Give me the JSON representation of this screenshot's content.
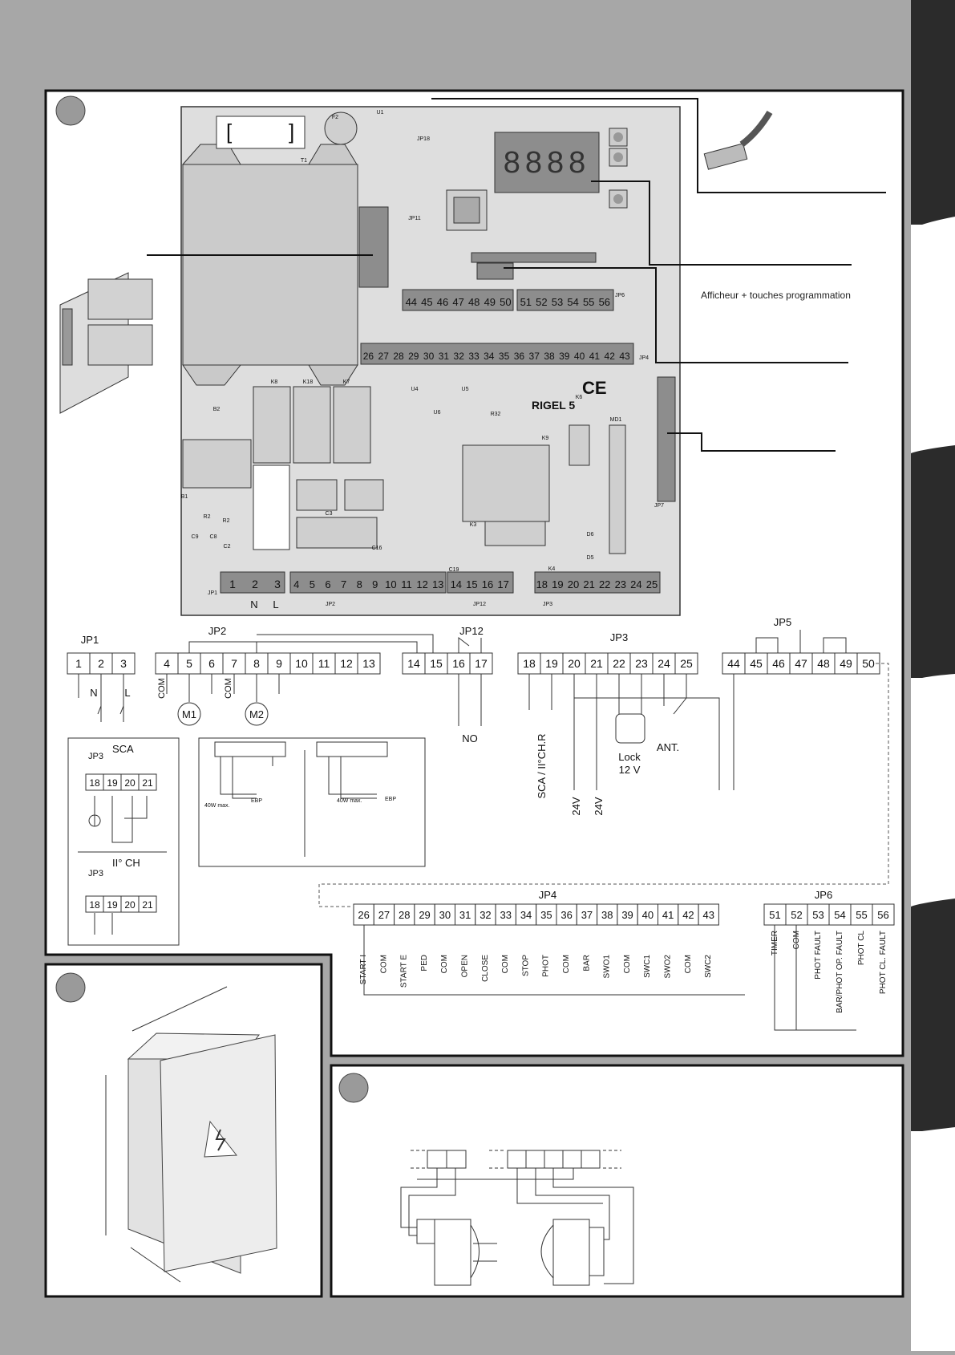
{
  "board": {
    "name": "RIGEL 5",
    "display_digits": "8888",
    "labels": [
      "F2",
      "U1",
      "T1",
      "JP11",
      "JP18",
      "JP6",
      "JP4",
      "K8",
      "K18",
      "K7",
      "B2",
      "B1",
      "R2",
      "C9",
      "C8",
      "C2",
      "C3",
      "C16",
      "C19",
      "JP1",
      "JP2",
      "JP12",
      "JP3",
      "K3",
      "K9",
      "K6",
      "MD1",
      "JP7",
      "D6",
      "D5",
      "K4",
      "U4",
      "U5",
      "U6",
      "R32",
      "R2"
    ],
    "board_terminals_left": [
      "1",
      "2",
      "3"
    ],
    "board_terminals_mid": [
      "4",
      "5",
      "6",
      "7",
      "8",
      "9",
      "10",
      "11",
      "12",
      "13"
    ],
    "board_terminals_jp12": [
      "14",
      "15",
      "16",
      "17"
    ],
    "board_terminals_jp3": [
      "18",
      "19",
      "20",
      "21",
      "22",
      "23",
      "24",
      "25"
    ],
    "upper_terminals_a": [
      "44",
      "45",
      "46",
      "47",
      "48",
      "49",
      "50"
    ],
    "upper_terminals_b": [
      "51",
      "52",
      "53",
      "54",
      "55",
      "56"
    ],
    "middle_terminals": [
      "26",
      "27",
      "28",
      "29",
      "30",
      "31",
      "32",
      "33",
      "34",
      "35",
      "36",
      "37",
      "38",
      "39",
      "40",
      "41",
      "42",
      "43"
    ],
    "bottom_labels": [
      "N",
      "L"
    ]
  },
  "callouts": {
    "display": "Afficheur + touches programmation"
  },
  "groups": {
    "jp1": {
      "label": "JP1",
      "terminals": [
        "1",
        "2",
        "3"
      ],
      "marks": [
        "N",
        "L"
      ]
    },
    "jp2": {
      "label": "JP2",
      "terminals": [
        "4",
        "5",
        "6",
        "7",
        "8",
        "9",
        "10",
        "11",
        "12",
        "13"
      ],
      "com": "COM",
      "motors": [
        "M1",
        "M2"
      ]
    },
    "jp12": {
      "label": "JP12",
      "terminals": [
        "14",
        "15",
        "16",
        "17"
      ],
      "contact": "NO"
    },
    "jp3": {
      "label": "JP3",
      "terminals": [
        "18",
        "19",
        "20",
        "21",
        "22",
        "23",
        "24",
        "25"
      ],
      "sca": "SCA / II°CH.R",
      "v24": "24V",
      "lock": "Lock",
      "lock_v": "12 V",
      "ant": "ANT."
    },
    "jp5": {
      "label": "JP5",
      "terminals": [
        "44",
        "45",
        "46",
        "47",
        "48",
        "49",
        "50"
      ]
    },
    "jp4": {
      "label": "JP4",
      "terminals": [
        "26",
        "27",
        "28",
        "29",
        "30",
        "31",
        "32",
        "33",
        "34",
        "35",
        "36",
        "37",
        "38",
        "39",
        "40",
        "41",
        "42",
        "43"
      ],
      "functions": [
        "START I",
        "COM",
        "START E",
        "PED",
        "COM",
        "OPEN",
        "CLOSE",
        "COM",
        "STOP",
        "PHOT",
        "COM",
        "BAR",
        "SWO1",
        "COM",
        "SWC1",
        "SWO2",
        "COM",
        "SWC2"
      ]
    },
    "jp6": {
      "label": "JP6",
      "terminals": [
        "51",
        "52",
        "53",
        "54",
        "55",
        "56"
      ],
      "functions": [
        "TIMER",
        "COM",
        "PHOT FAULT",
        "BAR/PHOT OP. FAULT",
        "PHOT CL",
        "PHOT CL. FAULT"
      ]
    }
  },
  "inset_sca": {
    "title": "SCA",
    "jp": "JP3",
    "terminals": [
      "18",
      "19",
      "20",
      "21"
    ],
    "title2": "II° CH",
    "jp2": "JP3",
    "terminals2": [
      "18",
      "19",
      "20",
      "21"
    ]
  },
  "inset_lamp": {
    "watt": "40W max.",
    "ebp": "EBP"
  },
  "colors": {
    "page_bg": "#a7a7a7",
    "tab_dark": "#2b2b2b",
    "board_bg": "#dcdcdc"
  }
}
